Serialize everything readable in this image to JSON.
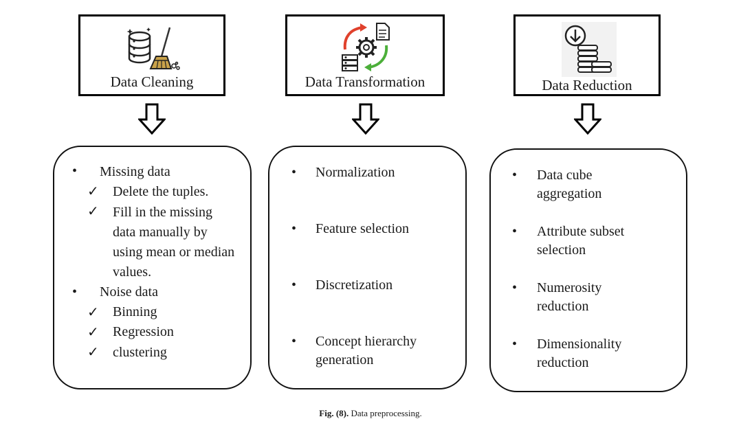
{
  "stages": [
    {
      "title": "Data Cleaning",
      "icon": "database-broom-icon",
      "items": [
        {
          "type": "bullet",
          "text": "Missing data"
        },
        {
          "type": "check",
          "text": "Delete the tuples."
        },
        {
          "type": "check",
          "text": "Fill in the missing data manually by using mean or median values."
        },
        {
          "type": "bullet",
          "text": "Noise data"
        },
        {
          "type": "check",
          "text": "Binning"
        },
        {
          "type": "check",
          "text": "Regression"
        },
        {
          "type": "check",
          "text": "clustering"
        }
      ]
    },
    {
      "title": "Data Transformation",
      "icon": "transform-cycle-icon",
      "items": [
        {
          "type": "bullet",
          "text": "Normalization"
        },
        {
          "type": "bullet",
          "text": "Feature selection"
        },
        {
          "type": "bullet",
          "text": "Discretization"
        },
        {
          "type": "bullet",
          "text": "Concept hierarchy generation"
        }
      ]
    },
    {
      "title": "Data Reduction",
      "icon": "coin-stack-reduce-icon",
      "items": [
        {
          "type": "bullet",
          "text": "Data cube aggregation"
        },
        {
          "type": "bullet",
          "text": "Attribute subset selection"
        },
        {
          "type": "bullet",
          "text": "Numerosity reduction"
        },
        {
          "type": "bullet",
          "text": "Dimensionality reduction"
        }
      ]
    }
  ],
  "caption": {
    "label": "Fig. (8).",
    "text": "Data preprocessing."
  }
}
